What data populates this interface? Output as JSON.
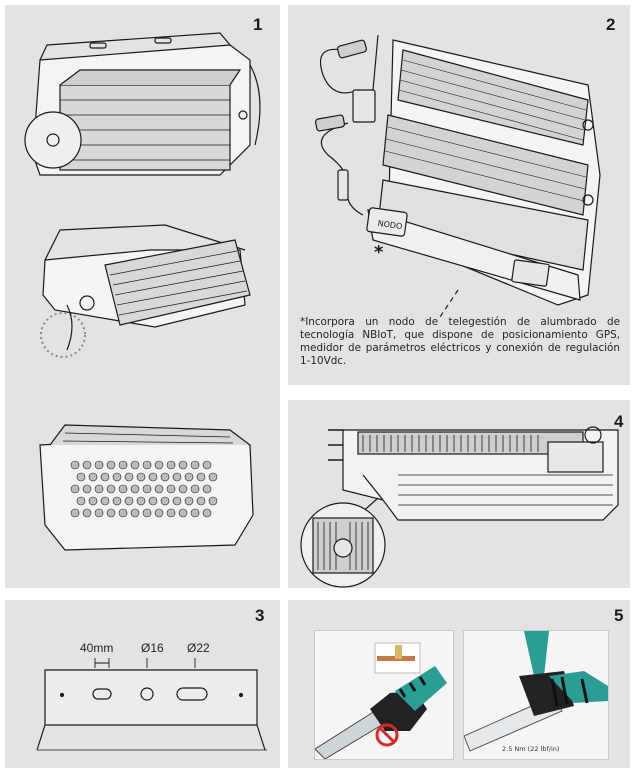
{
  "panels": {
    "p1": {
      "number": "1"
    },
    "p2": {
      "number": "2",
      "node_label": "NODO",
      "asterisk": "*",
      "note": "*Incorpora un nodo de telegestión de alumbrado de tecnología NBIoT, que dispone de posicionamiento GPS, medidor de parámetros eléctricos y conexión de regulación 1-10Vdc."
    },
    "p3": {
      "number": "3",
      "dim_slot": "40mm",
      "dim_hole_small": "Ø16",
      "dim_hole_large": "Ø22"
    },
    "p4": {
      "number": "4"
    },
    "p5": {
      "number": "5",
      "torque": "2.5 Nm (22 lbf/in)"
    }
  },
  "colors": {
    "panel_bg": "#e3e3e3",
    "line": "#1a1a1a",
    "connector_teal": "#2a9d94",
    "forbid_red": "#d42a2a"
  }
}
